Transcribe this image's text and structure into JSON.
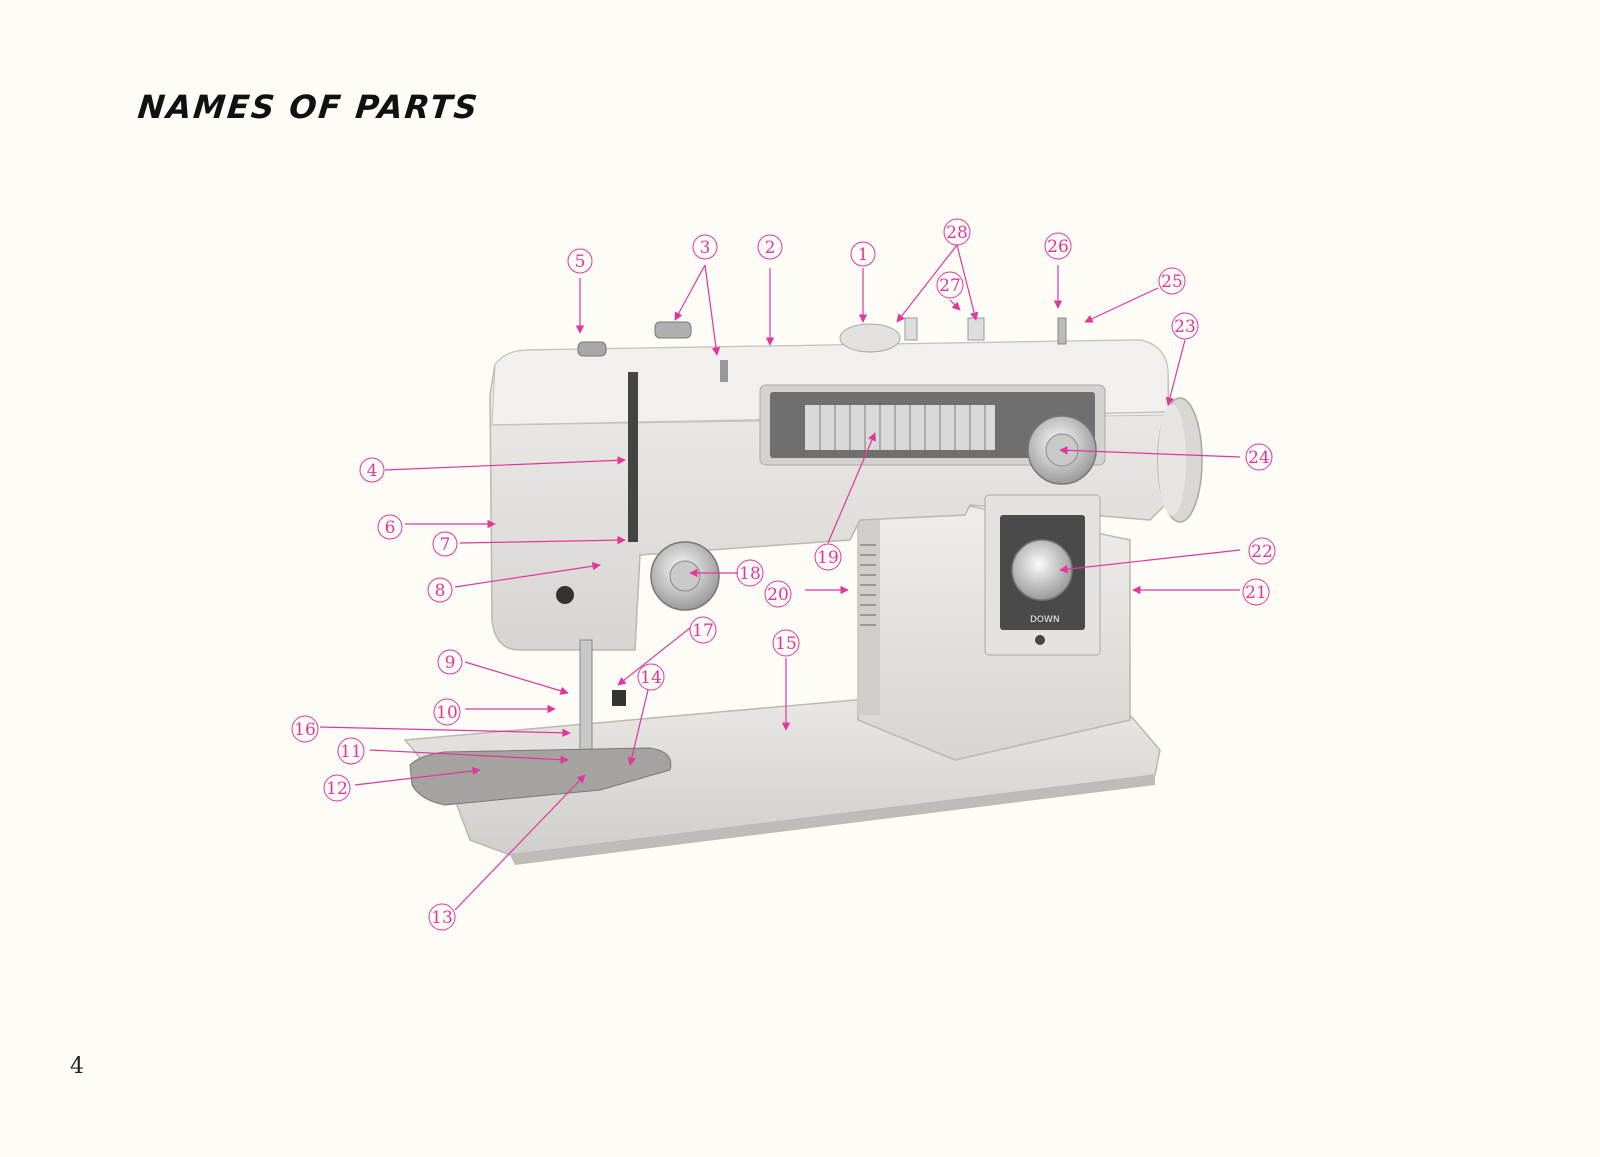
{
  "page": {
    "title": "NAMES OF PARTS",
    "page_number": "4"
  },
  "machine": {
    "panel_text": "DOWN"
  },
  "callouts": [
    "1",
    "2",
    "3",
    "4",
    "5",
    "6",
    "7",
    "8",
    "9",
    "10",
    "11",
    "12",
    "13",
    "14",
    "15",
    "16",
    "17",
    "18",
    "19",
    "20",
    "21",
    "22",
    "23",
    "24",
    "25",
    "26",
    "27",
    "28"
  ],
  "colors": {
    "callout": "#e0389a",
    "background": "#fdfcf7"
  }
}
